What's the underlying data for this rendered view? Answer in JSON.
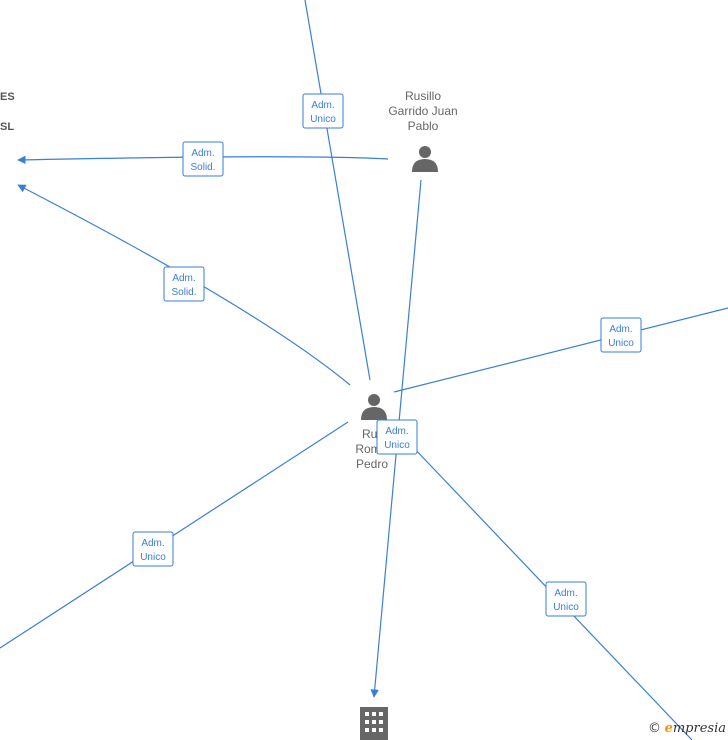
{
  "nodes": {
    "person_rusillo": {
      "name_lines": [
        "Rusillo",
        "Garrido Juan",
        "Pablo"
      ]
    },
    "person_center": {
      "name_lines": [
        "Rui",
        "Rom",
        "Pedro"
      ]
    },
    "company_left": {
      "label_lines": [
        "ES",
        "SL"
      ]
    }
  },
  "edges": [
    {
      "id": "top-to-center",
      "label": [
        "Adm.",
        "Unico"
      ]
    },
    {
      "id": "rusillo-to-company-left",
      "label": [
        "Adm.",
        "Solid."
      ]
    },
    {
      "id": "center-to-company-left",
      "label": [
        "Adm.",
        "Solid."
      ]
    },
    {
      "id": "center-to-right",
      "label": [
        "Adm.",
        "Unico"
      ]
    },
    {
      "id": "rusillo-to-building",
      "label": [
        "Adm.",
        "Unico"
      ]
    },
    {
      "id": "center-to-bottom-left",
      "label": [
        "Adm.",
        "Unico"
      ]
    },
    {
      "id": "center-to-bottom-right",
      "label": [
        "Adm.",
        "Unico"
      ]
    }
  ],
  "watermark": {
    "copyright": "©",
    "brand_initial": "e",
    "brand_rest": "mpresia"
  }
}
